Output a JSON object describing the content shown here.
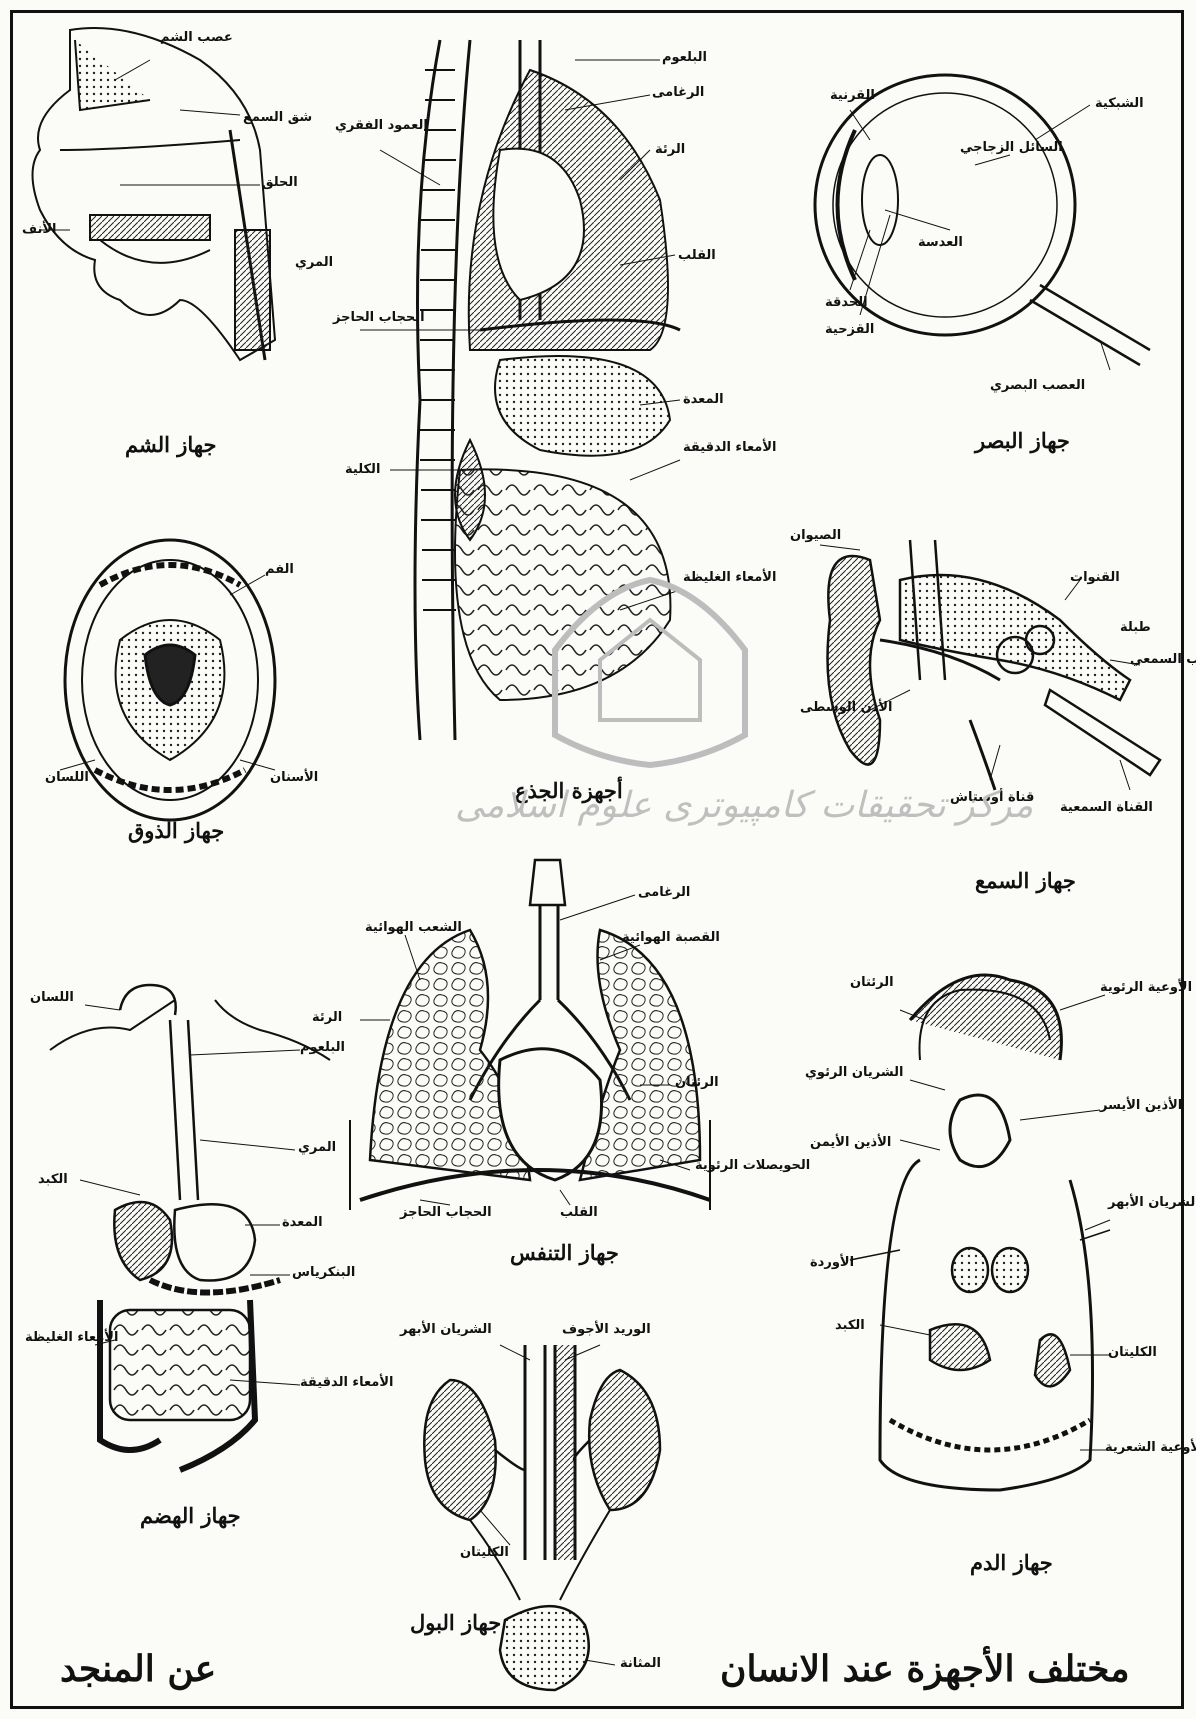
{
  "page_title": "مختلف الأجهزة عند الانسان",
  "source_credit": "عن المنجد",
  "watermark_text": "مرکز تحقیقات کامپیوتری علوم اسلامی",
  "panels": {
    "smell": {
      "caption": "جهاز الشم",
      "labels": [
        "عصب الشم",
        "شق السمع",
        "الحلق",
        "الأنف",
        "المري"
      ]
    },
    "trunk": {
      "caption": "أجهزة الجذع",
      "labels": [
        "البلعوم",
        "الرغامى",
        "العمود الفقري",
        "الرئة",
        "القلب",
        "الحجاب الحاجز",
        "المعدة",
        "الأمعاء الدقيقة",
        "الكلية",
        "الأمعاء الغليظة"
      ]
    },
    "sight": {
      "caption": "جهاز البصر",
      "labels": [
        "القرنية",
        "الشبكية",
        "السائل الزجاجي",
        "العدسة",
        "الحدقة",
        "القزحية",
        "العصب البصري"
      ]
    },
    "taste": {
      "caption": "جهاز الذوق",
      "labels": [
        "الفم",
        "الأسنان",
        "اللسان"
      ]
    },
    "hearing": {
      "caption": "جهاز السمع",
      "labels": [
        "الصيوان",
        "القنوات",
        "العصب السمعي",
        "الأذن الوسطى",
        "قناة أوستاش",
        "القناة السمعية",
        "طبلة"
      ]
    },
    "digestion": {
      "caption": "جهاز الهضم",
      "labels": [
        "اللسان",
        "البلعوم",
        "المري",
        "الكبد",
        "المعدة",
        "البنكرياس",
        "الأمعاء الغليظة",
        "الأمعاء الدقيقة"
      ]
    },
    "respiration": {
      "caption": "جهاز التنفس",
      "labels": [
        "الرغامى",
        "الشعب الهوائية",
        "القصبة الهوائية",
        "الرئة",
        "الرئتان",
        "الحويصلات الرئوية",
        "الحجاب الحاجز",
        "القلب"
      ]
    },
    "circulation": {
      "caption": "جهاز الدم",
      "labels": [
        "الرئتان",
        "الأوعية الرئوية",
        "الشريان الرئوي",
        "الأذين الأيمن",
        "الأذين الأيسر",
        "الشريان الأبهر",
        "الأوردة",
        "الكبد",
        "الكليتان",
        "الأوعية الشعرية"
      ]
    },
    "urinary": {
      "caption": "جهاز البول",
      "labels": [
        "الشريان الأبهر",
        "الوريد الأجوف",
        "الكليتان",
        "المثانة"
      ]
    }
  }
}
